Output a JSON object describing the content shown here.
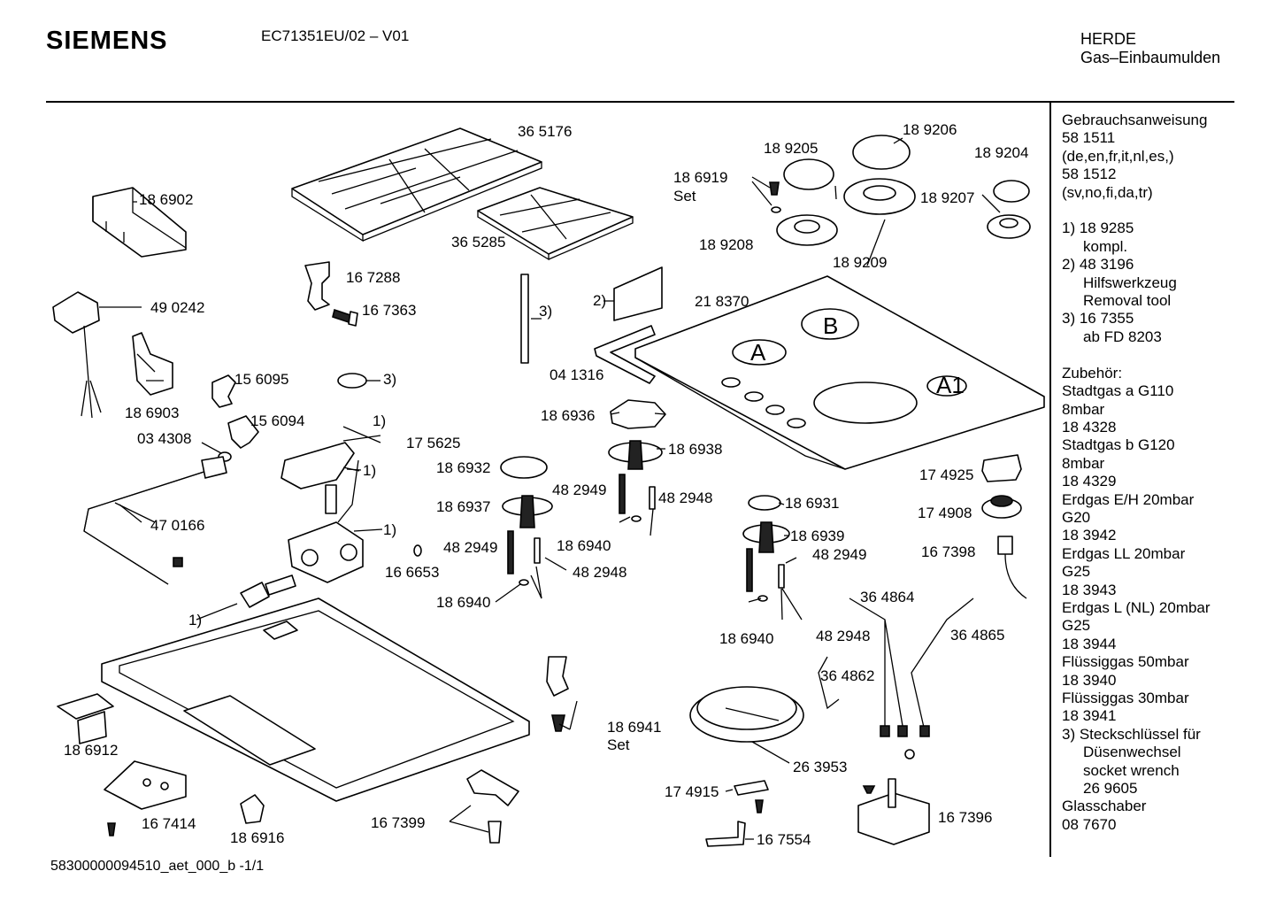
{
  "header": {
    "brand": "SIEMENS",
    "model": "EC71351EU/02 – V01",
    "category_line1": "HERDE",
    "category_line2": "Gas–Einbaumulden"
  },
  "footer": {
    "doc_id": "58300000094510_aet_000_b  -1/1"
  },
  "sidebar": {
    "lines": [
      "Gebrauchsanweisung",
      "58 1511",
      "(de,en,fr,it,nl,es,)",
      "58 1512",
      "(sv,no,fi,da,tr)",
      "",
      "1)  18 9285",
      "kompl.",
      "2)  48 3196",
      "Hilfswerkzeug",
      "Removal tool",
      "3)  16 7355",
      "ab FD 8203",
      "",
      "Zubehör:",
      "Stadtgas a G110",
      "8mbar",
      "18 4328",
      "Stadtgas b G120",
      "8mbar",
      "18 4329",
      "Erdgas E/H 20mbar",
      "G20",
      "18 3942",
      "Erdgas LL 20mbar",
      "G25",
      "18 3943",
      "Erdgas L (NL) 20mbar",
      "G25",
      "18 3944",
      "Flüssiggas 50mbar",
      "18 3940",
      "Flüssiggas 30mbar",
      "18 3941",
      "3)  Steckschlüssel für",
      "Düsenwechsel",
      "socket wrench",
      "26 9605",
      "Glasschaber",
      "08 7670"
    ]
  },
  "parts": {
    "p365176": "36 5176",
    "p365285": "36 5285",
    "p186902": "18 6902",
    "p490242": "49 0242",
    "p186903": "18 6903",
    "p167288": "16 7288",
    "p167363": "16 7363",
    "p3a": "3)",
    "p156095": "15 6095",
    "p156094": "15 6094",
    "p034308": "03 4308",
    "p175625": "17 5625",
    "p1a": "1)",
    "p1b": "1)",
    "p1c": "1)",
    "p1d": "1)",
    "p470166": "47 0166",
    "p166653": "16 6653",
    "p186932": "18 6932",
    "p186937": "18 6937",
    "p482949a": "48 2949",
    "p482949b": "48 2949",
    "p482948a": "48 2948",
    "p482948b": "48 2948",
    "p186940a": "18 6940",
    "p186940b": "18 6940",
    "p186936": "18 6936",
    "p186938": "18 6938",
    "p3b": "3)",
    "p041316": "04 1316",
    "p2": "2)",
    "p218370": "21 8370",
    "p186919": "18 6919",
    "pset1": "Set",
    "p189205": "18 9205",
    "p189206": "18 9206",
    "p189204": "18 9204",
    "p189207": "18 9207",
    "p189208": "18 9208",
    "p189209": "18 9209",
    "p186931": "18 6931",
    "p186939": "18 6939",
    "p482949c": "48 2949",
    "p482948c": "48 2948",
    "p186940c": "18 6940",
    "p174925": "17 4925",
    "p174908": "17 4908",
    "p167398": "16 7398",
    "p364864": "36 4864",
    "p364865": "36 4865",
    "p364862": "36 4862",
    "p263953": "26 3953",
    "p174915": "17 4915",
    "p167554": "16 7554",
    "p167396": "16 7396",
    "p186941": "18 6941",
    "pset2": "Set",
    "p167399": "16 7399",
    "p186912": "18 6912",
    "p167414": "16 7414",
    "p186916": "18 6916",
    "burnerA": "A",
    "burnerB": "B",
    "burnerA1": "A1"
  }
}
